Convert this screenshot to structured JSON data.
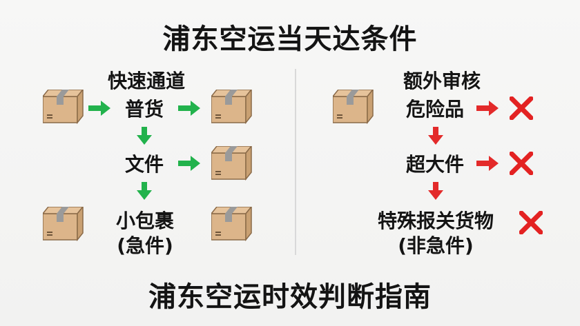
{
  "title_top": "浦东空运当天达条件",
  "title_bottom": "浦东空运时效判断指南",
  "left": {
    "heading": "快速通道",
    "nodes": {
      "general": "普货",
      "documents": "文件",
      "small_parcel": "小包裹",
      "small_parcel_note": "(急件)"
    }
  },
  "right": {
    "heading": "额外审核",
    "nodes": {
      "dangerous": "危险品",
      "oversized": "超大件",
      "special_customs": "特殊报关货物",
      "special_customs_note": "(非急件)"
    }
  },
  "colors": {
    "green_arrow": "#22b24c",
    "red_arrow": "#e32a2a",
    "cross": "#e32222",
    "box_body": "#dcb58a",
    "tape": "#9a9a9a"
  },
  "icons": [
    "box-icon",
    "arrow-right-icon",
    "arrow-down-icon",
    "cross-icon"
  ]
}
